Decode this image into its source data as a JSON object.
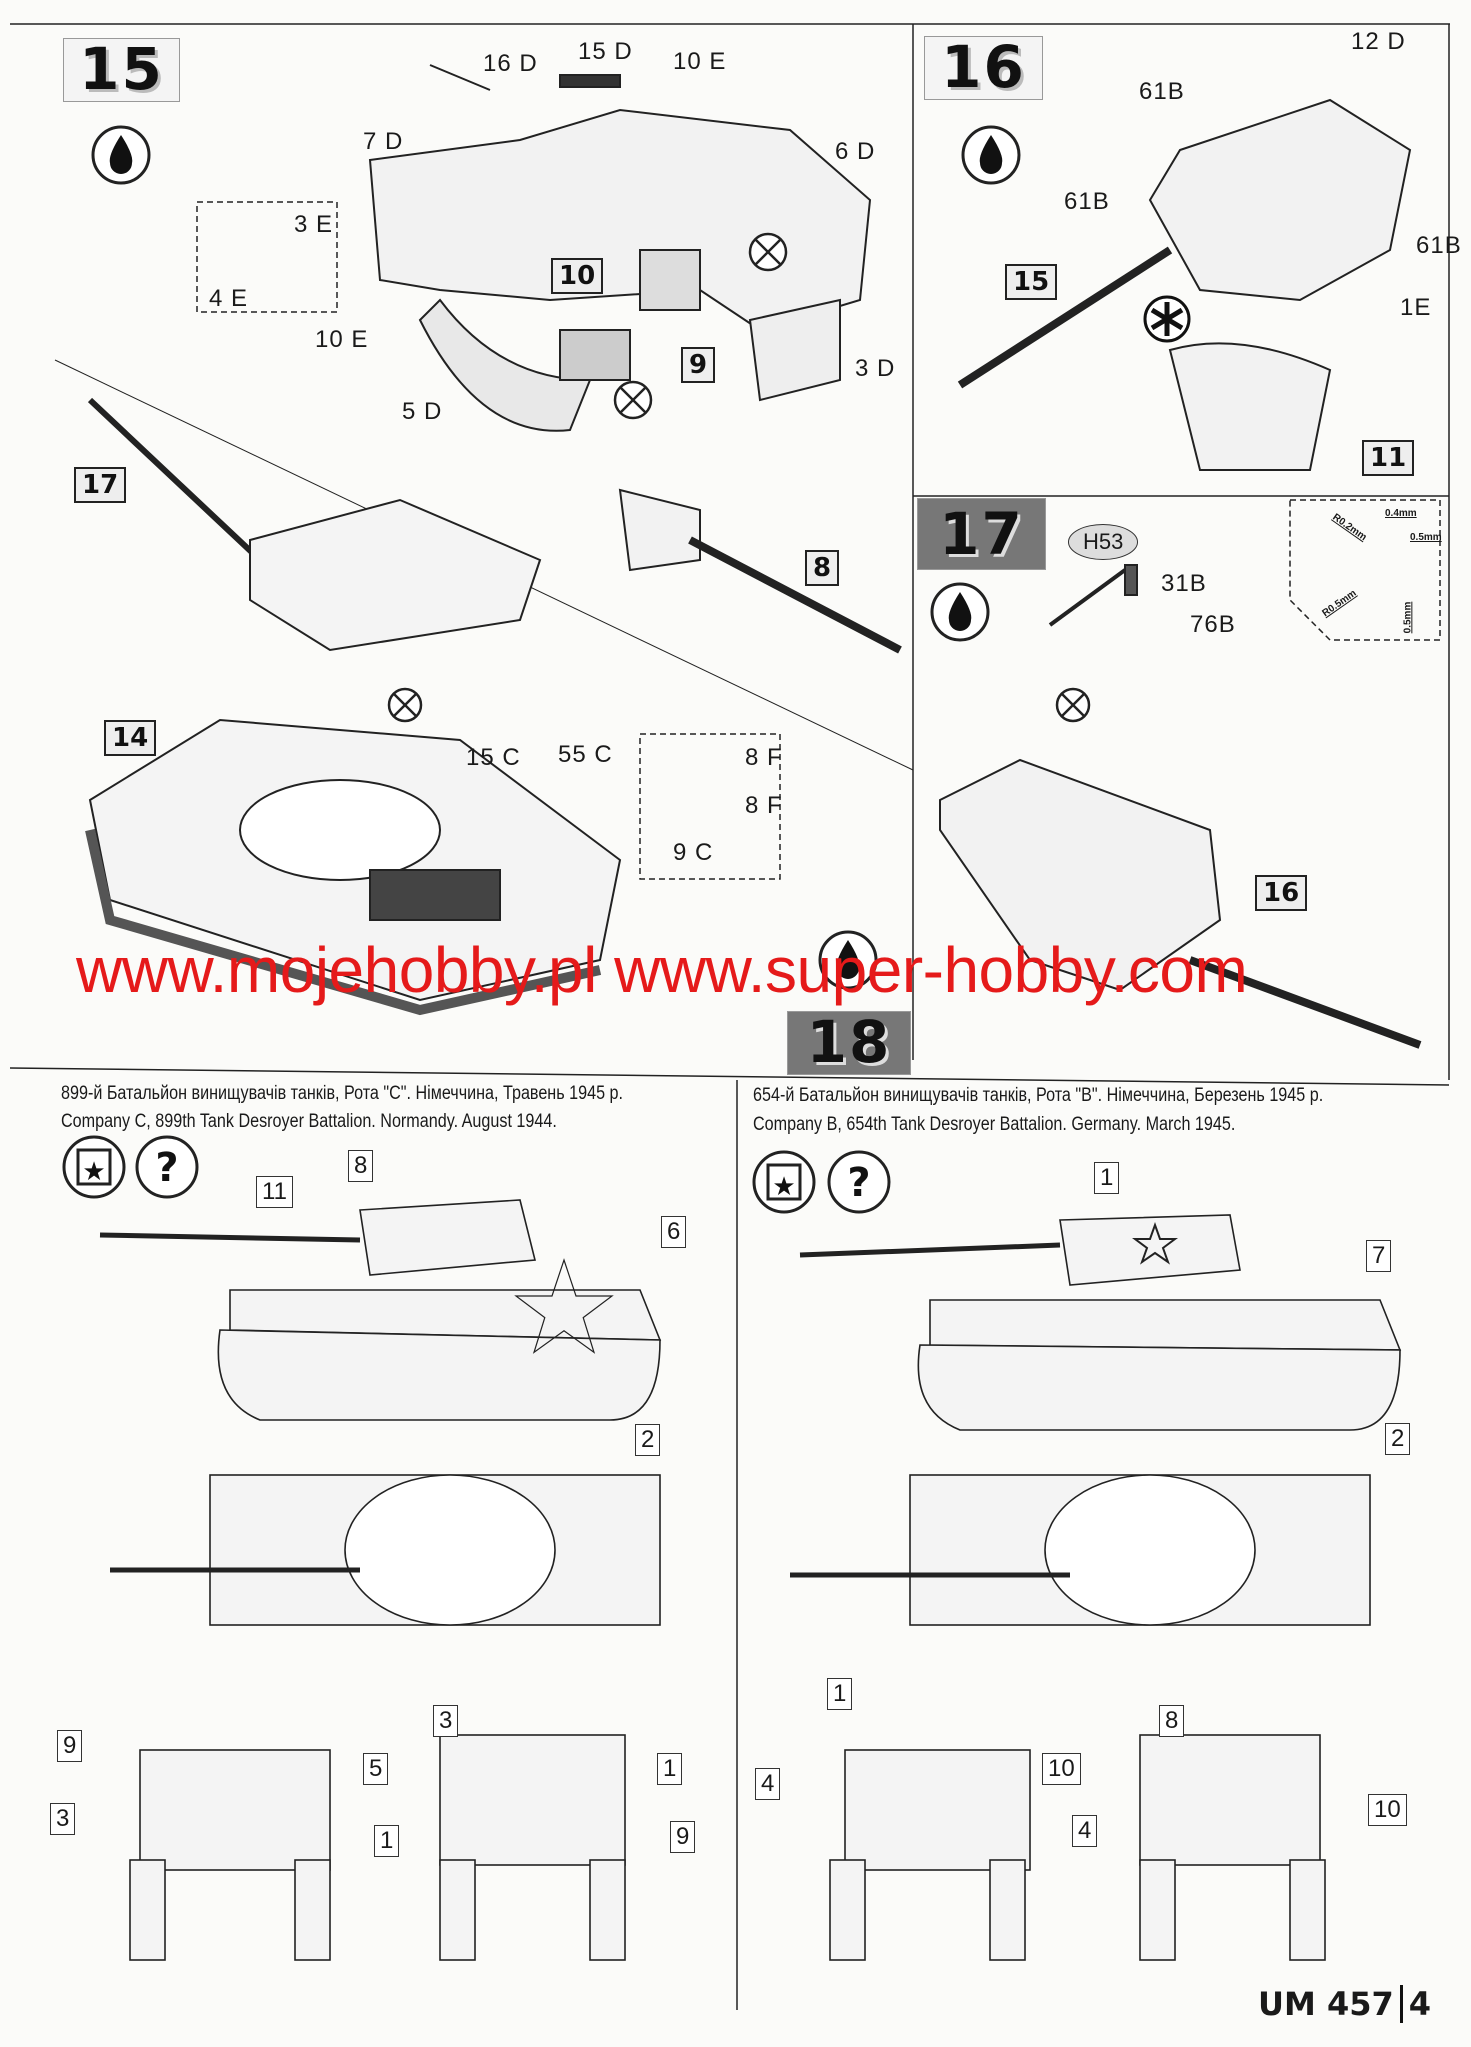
{
  "steps": {
    "s15": "15",
    "s16": "16",
    "s17": "17",
    "s18": "18"
  },
  "step15": {
    "labels": [
      "16 D",
      "15 D",
      "10 E",
      "7 D",
      "6 D",
      "3 E",
      "4 E",
      "10 E",
      "5 D",
      "3 D",
      "15 C",
      "55 C",
      "8 F",
      "8 F",
      "9 C"
    ],
    "refs": [
      "10",
      "9",
      "8",
      "17",
      "14"
    ]
  },
  "step16": {
    "labels": [
      "12 D",
      "61B",
      "61B",
      "61B",
      "1E"
    ],
    "refs": [
      "15",
      "11"
    ]
  },
  "step17": {
    "paint_code": "H53",
    "labels": [
      "31B",
      "76B"
    ],
    "refs": [
      "16"
    ],
    "measurements": [
      "R0.2mm",
      "0.4mm",
      "0.5mm",
      "R0.5mm",
      "0.5mm"
    ]
  },
  "watermark": "www.mojehobby.pl www.super-hobby.com",
  "schemes": [
    {
      "caption_ua": "899-й Батальйон винищувачів танків, Рота \"C\". Німеччина, Травень 1945 р.",
      "caption_en": "Company C, 899th Tank Desroyer Battalion. Normandy. August 1944.",
      "callouts": [
        "11",
        "8",
        "6",
        "2",
        "9",
        "5",
        "3",
        "1",
        "3",
        "1",
        "9"
      ]
    },
    {
      "caption_ua": "654-й Батальйон винищувачів танків, Рота \"B\". Німеччина, Березень 1945 р.",
      "caption_en": "Company B, 654th Tank Desroyer Battalion. Germany. March 1945.",
      "callouts": [
        "1",
        "7",
        "2",
        "1",
        "10",
        "4",
        "8",
        "4",
        "10"
      ]
    }
  ],
  "footer": {
    "code": "UM 457",
    "page": "4"
  },
  "colors": {
    "watermark": "#e51a1a",
    "step17_bg": "#777777"
  }
}
